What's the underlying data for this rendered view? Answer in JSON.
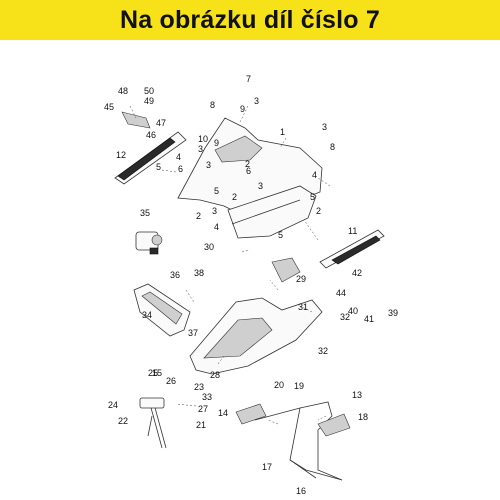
{
  "banner": {
    "text": "Na obrázku díl číslo 7",
    "color": "#f7e21a"
  },
  "labels": [
    "1",
    "2",
    "2",
    "2",
    "2",
    "3",
    "3",
    "3",
    "3",
    "3",
    "3",
    "4",
    "4",
    "4",
    "5",
    "5",
    "5",
    "5",
    "6",
    "6",
    "7",
    "8",
    "8",
    "9",
    "9",
    "10",
    "11",
    "12",
    "13",
    "14",
    "15",
    "16",
    "17",
    "18",
    "19",
    "20",
    "21",
    "22",
    "23",
    "24",
    "25",
    "26",
    "27",
    "28",
    "29",
    "30",
    "31",
    "32",
    "32",
    "33",
    "34",
    "35",
    "36",
    "37",
    "38",
    "39",
    "40",
    "41",
    "42",
    "44",
    "45",
    "46",
    "47",
    "48",
    "49",
    "50"
  ]
}
